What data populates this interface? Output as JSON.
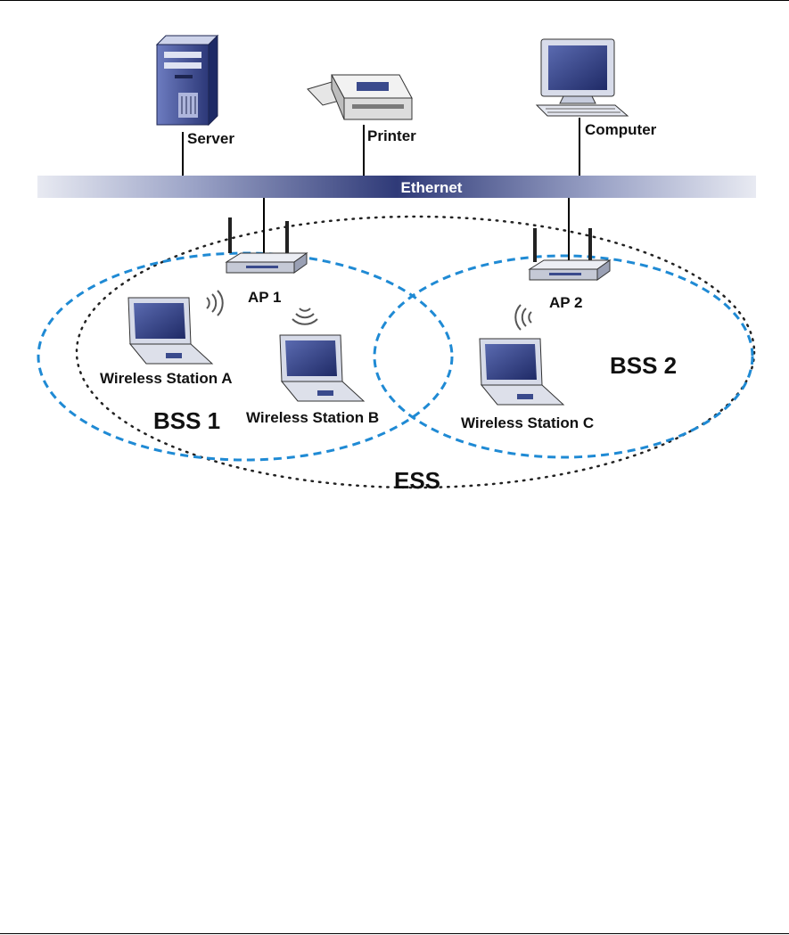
{
  "nodes": {
    "server": "Server",
    "printer": "Printer",
    "computer": "Computer",
    "ethernet": "Ethernet",
    "ap1": "AP 1",
    "ap2": "AP 2",
    "station_a": "Wireless Station A",
    "station_b": "Wireless Station B",
    "station_c": "Wireless Station C"
  },
  "groups": {
    "bss1": "BSS 1",
    "bss2": "BSS 2",
    "ess": "ESS"
  },
  "colors": {
    "bss_outline": "#1f8ad4",
    "ess_outline": "#222222",
    "ethernet_bar": "#2f3a78",
    "device_blue": "#3a4a8c"
  }
}
